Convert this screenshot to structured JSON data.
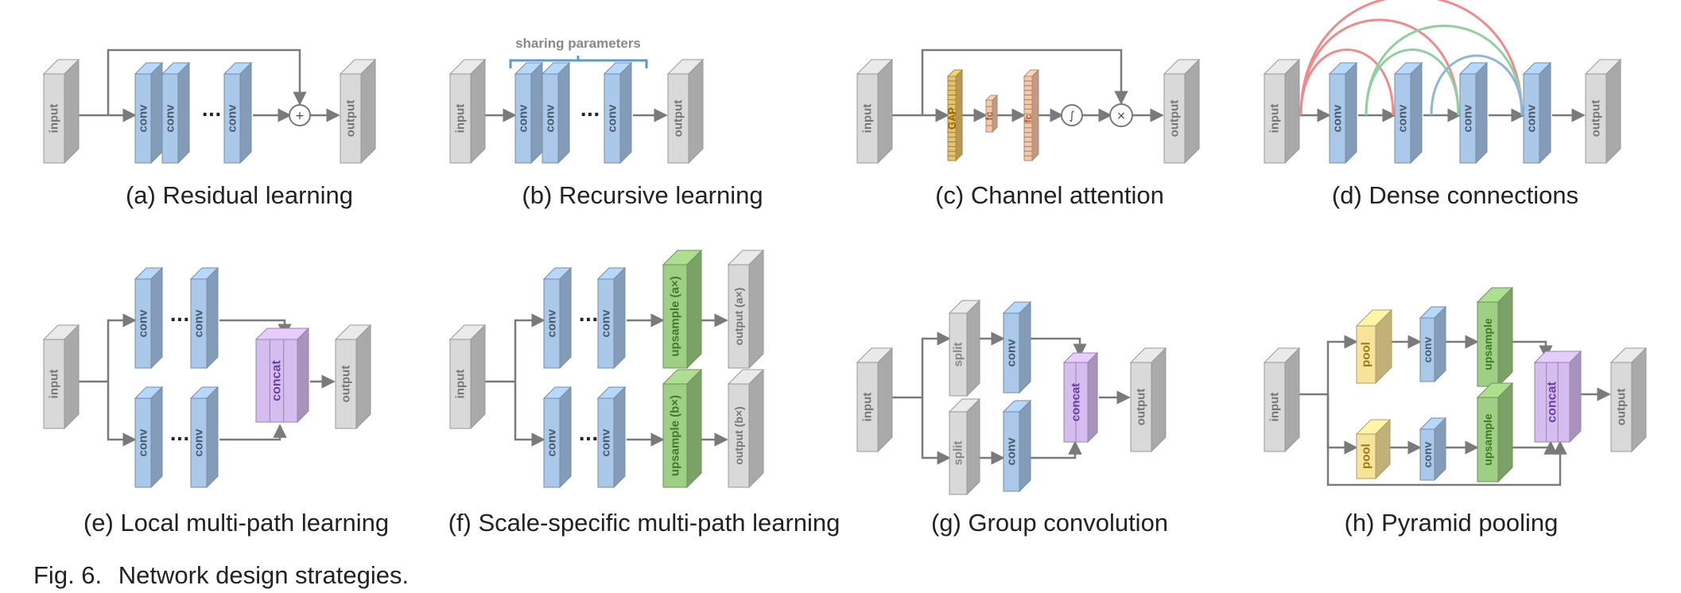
{
  "blocks": {
    "input": "input",
    "output": "output",
    "conv": "conv",
    "gap": "GAP",
    "fc": "fc",
    "concat": "concat",
    "split": "split",
    "pool": "pool",
    "upsample": "upsample",
    "upsample_a": "upsample (a×)",
    "upsample_b": "upsample (b×)",
    "output_a": "output (a×)",
    "output_b": "output (b×)",
    "plus": "+",
    "times": "×",
    "sigmoid": "∫",
    "dots": "···"
  },
  "sharing_parameters": "sharing parameters",
  "captions": {
    "a": "(a) Residual learning",
    "b": "(b) Recursive learning",
    "c": "(c) Channel attention",
    "d": "(d) Dense connections",
    "e": "(e) Local multi-path learning",
    "f": "(f) Scale-specific multi-path learning",
    "g": "(g) Group convolution",
    "h": "(h) Pyramid pooling"
  },
  "figure_caption": {
    "label": "Fig. 6.",
    "text": "Network design strategies."
  },
  "colors": {
    "gray": "#d9d9d9",
    "blue": "#a9c8ea",
    "green": "#9fcf84",
    "purple": "#d6bdf0",
    "yellow": "#f7e39a",
    "orange": "#f6c7a8",
    "red_arc": "#f08b8b",
    "green_arc": "#8fd19e",
    "blue_arc": "#8fb5de",
    "arrow": "#7a7a7a",
    "bracket": "#5b9bd5"
  }
}
